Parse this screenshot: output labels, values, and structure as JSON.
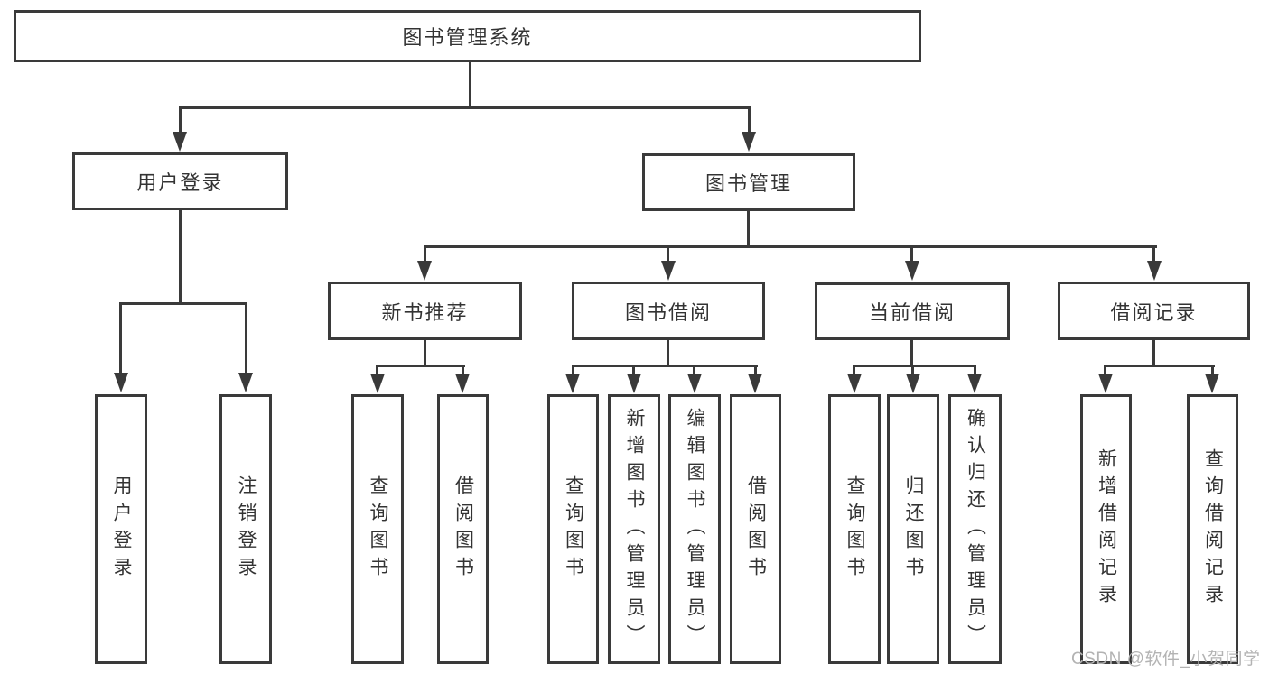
{
  "diagram": {
    "root": {
      "label": "图书管理系统"
    },
    "level2": [
      {
        "label": "用户登录",
        "children": [
          {
            "label": "用户登录"
          },
          {
            "label": "注销登录"
          }
        ]
      },
      {
        "label": "图书管理",
        "children": [
          {
            "label": "新书推荐",
            "children": [
              {
                "label": "查询图书"
              },
              {
                "label": "借阅图书"
              }
            ]
          },
          {
            "label": "图书借阅",
            "children": [
              {
                "label": "查询图书"
              },
              {
                "label": "新增图书（管理员）"
              },
              {
                "label": "编辑图书（管理员）"
              },
              {
                "label": "借阅图书"
              }
            ]
          },
          {
            "label": "当前借阅",
            "children": [
              {
                "label": "查询图书"
              },
              {
                "label": "归还图书"
              },
              {
                "label": "确认归还（管理员）"
              }
            ]
          },
          {
            "label": "借阅记录",
            "children": [
              {
                "label": "新增借阅记录"
              },
              {
                "label": "查询借阅记录"
              }
            ]
          }
        ]
      }
    ]
  },
  "watermark": {
    "text": "CSDN @软件_小贺同学"
  },
  "colors": {
    "line": "#3a3a3a",
    "text": "#333333",
    "watermark": "#b3b3b3",
    "background": "#ffffff"
  }
}
